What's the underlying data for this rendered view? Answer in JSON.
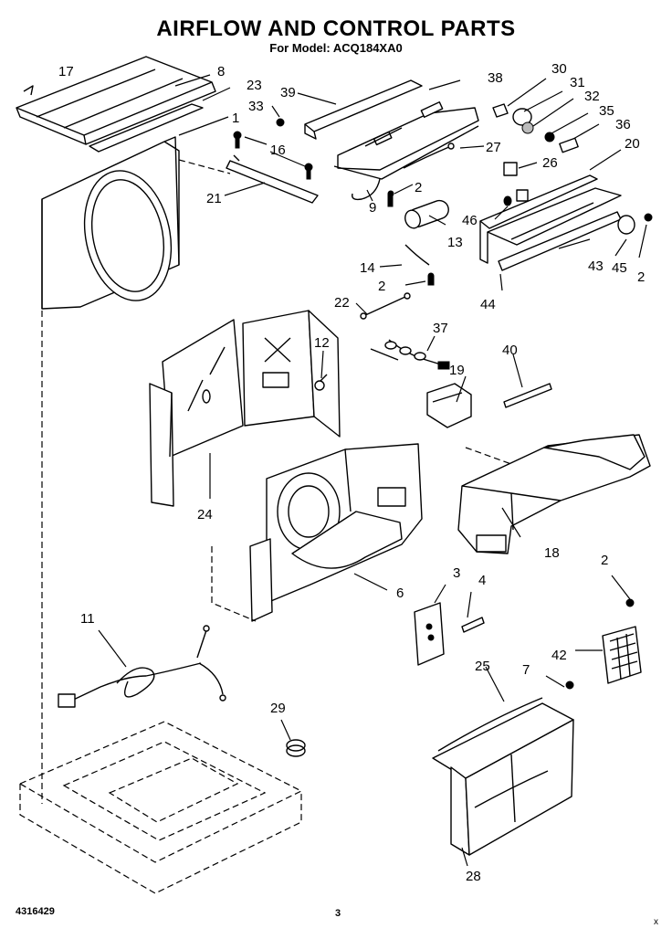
{
  "header": {
    "title": "AIRFLOW AND CONTROL PARTS",
    "subtitle": "For Model: ACQ184XA0"
  },
  "footer": {
    "part_number": "4316429",
    "page_number": "3",
    "mark": "x"
  },
  "callouts": [
    "17",
    "8",
    "23",
    "1",
    "33",
    "16",
    "21",
    "39",
    "38",
    "30",
    "31",
    "32",
    "35",
    "36",
    "20",
    "27",
    "26",
    "2",
    "9",
    "13",
    "46",
    "43",
    "45",
    "44",
    "14",
    "22",
    "37",
    "40",
    "12",
    "19",
    "24",
    "6",
    "18",
    "3",
    "4",
    "2",
    "42",
    "11",
    "29",
    "25",
    "7",
    "28",
    "2",
    "2"
  ]
}
